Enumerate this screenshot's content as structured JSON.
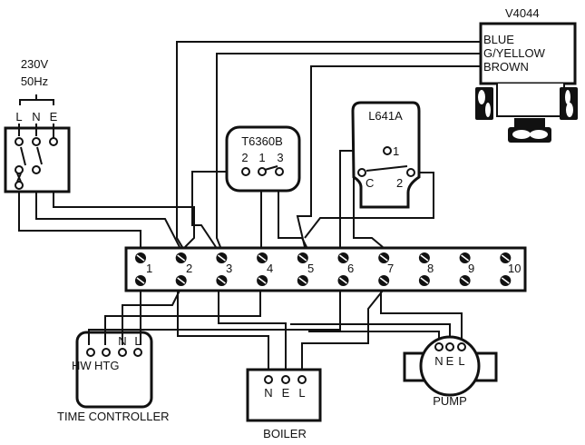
{
  "supply": {
    "voltage": "230V",
    "frequency": "50Hz",
    "terminals": [
      "L",
      "N",
      "E"
    ]
  },
  "valve": {
    "model": "V4044",
    "wires": [
      "BLUE",
      "G/YELLOW",
      "BROWN"
    ]
  },
  "room_thermostat": {
    "model": "T6360B",
    "terminals": [
      "2",
      "1",
      "3"
    ]
  },
  "cylinder_thermostat": {
    "model": "L641A",
    "terminals": [
      "1",
      "C",
      "2"
    ]
  },
  "terminal_strip": {
    "numbers": [
      "1",
      "2",
      "3",
      "4",
      "5",
      "6",
      "7",
      "8",
      "9",
      "10"
    ]
  },
  "time_controller": {
    "label": "TIME CONTROLLER",
    "terminals": [
      "HW",
      "HTG",
      "N",
      "L"
    ]
  },
  "boiler": {
    "label": "BOILER",
    "terminals": [
      "N",
      "E",
      "L"
    ]
  },
  "pump": {
    "label": "PUMP",
    "terminals": [
      "N",
      "E",
      "L"
    ]
  }
}
